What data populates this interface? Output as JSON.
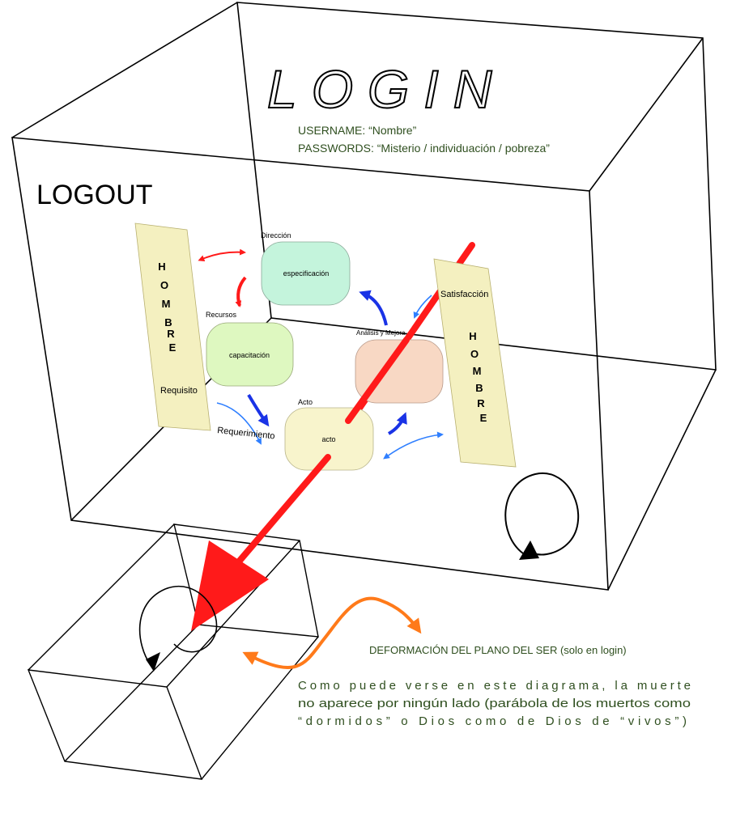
{
  "login": {
    "title": "LOGIN",
    "username_line": "USERNAME: “Nombre”",
    "passwords_line": "PASSWORDS: “Misterio / individuación / pobreza”"
  },
  "logout": {
    "title": "LOGOUT"
  },
  "left_panel": {
    "letters": [
      "H",
      "O",
      "M",
      "B",
      "R",
      "E"
    ],
    "caption": "Requisito"
  },
  "right_panel": {
    "caption": "Satisfacción",
    "letters": [
      "H",
      "O",
      "M",
      "B",
      "R",
      "E"
    ]
  },
  "labels": {
    "direccion": "Dirección",
    "recursos": "Recursos",
    "analisis": "Análisis y Mejora",
    "acto_label": "Acto",
    "requerimiento": "Requerimiento"
  },
  "boxes": {
    "especificacion": "especificación",
    "capacitacion": "capacitación",
    "acto": "acto",
    "analisis_box": ""
  },
  "notes": {
    "deformacion": "DEFORMACIÓN DEL PLANO DEL SER (solo en login)",
    "comment_lines": [
      "Como puede verse en este diagrama, la muerte",
      "no aparece por ningún lado (parábola de los muertos como",
      "“dormidos” o Dios como de Dios de “vivos”)"
    ]
  },
  "colors": {
    "text_green": "#2f4f1f",
    "panel_fill": "#f4f0c0",
    "spec_fill": "#c4f4dc",
    "capa_fill": "#def8c0",
    "acto_fill": "#f8f4cc",
    "analisis_fill": "#f8d8c4",
    "red": "#ff1a1a",
    "blue": "#1a33e6",
    "light_blue": "#2f7fff",
    "orange": "#ff7a1a"
  }
}
